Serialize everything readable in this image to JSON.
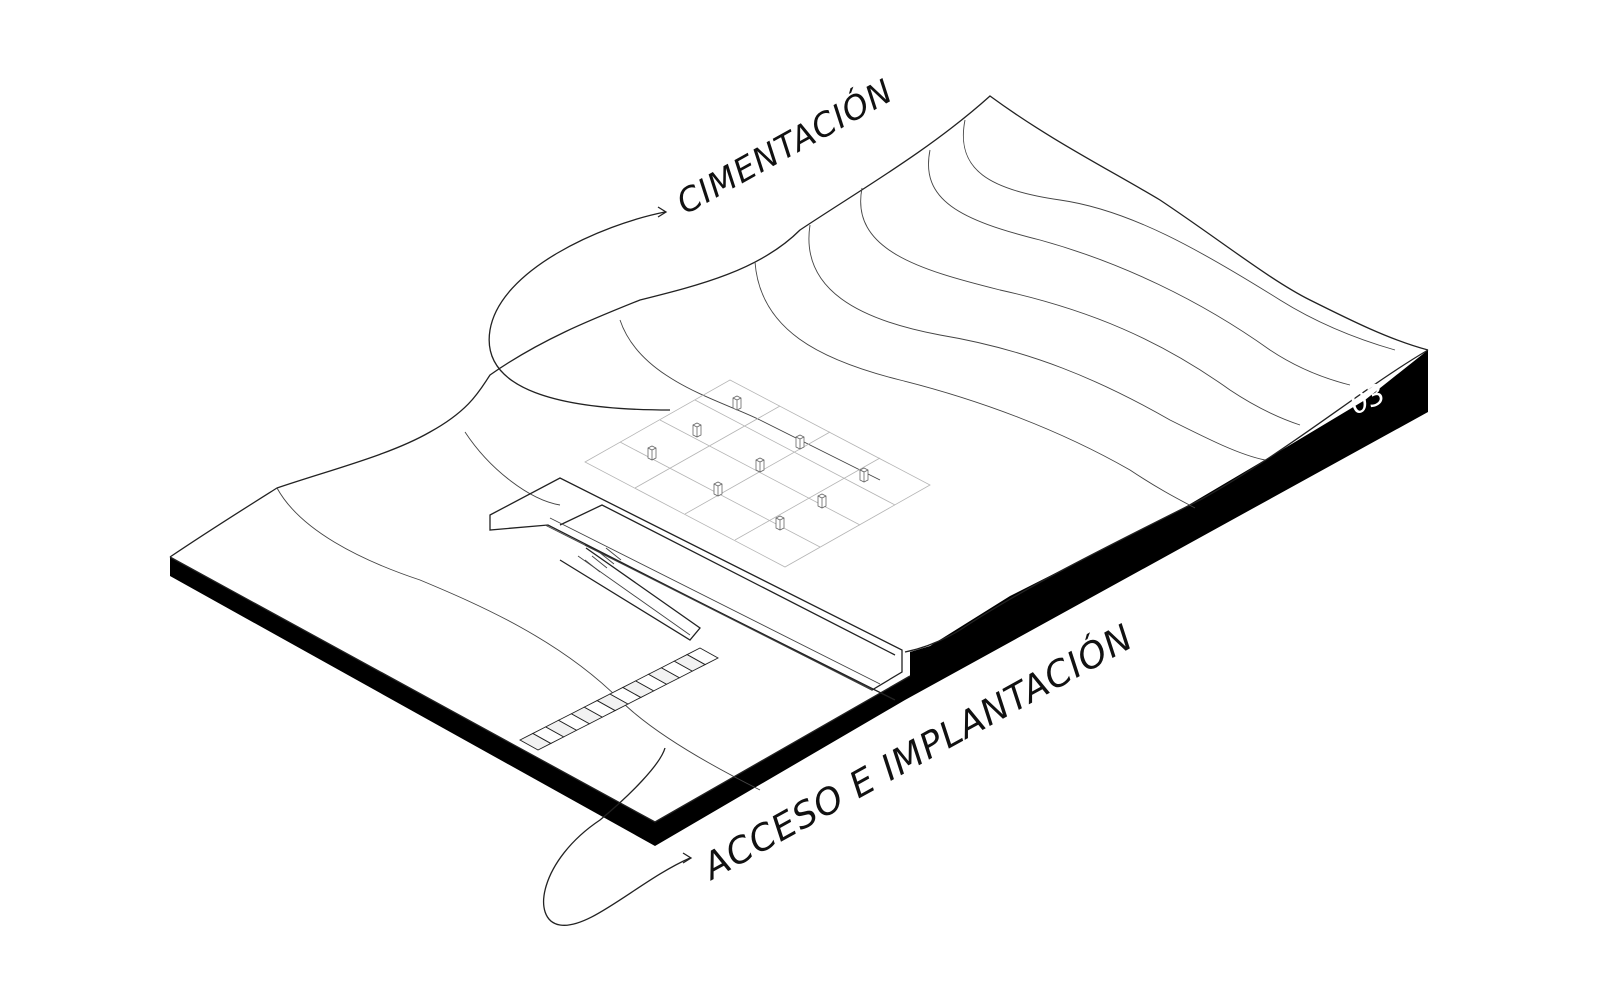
{
  "diagram": {
    "labels": {
      "top": "CIMENTACIÓN",
      "bottom": "ACCESO E IMPLANTACIÓN",
      "sheet_number": "03"
    },
    "colors": {
      "ink": "#111111",
      "base_fill": "#000000",
      "background": "#ffffff",
      "faint_line": "#b5b5b5"
    },
    "stair_treads": 14,
    "footing_posts": 9
  }
}
